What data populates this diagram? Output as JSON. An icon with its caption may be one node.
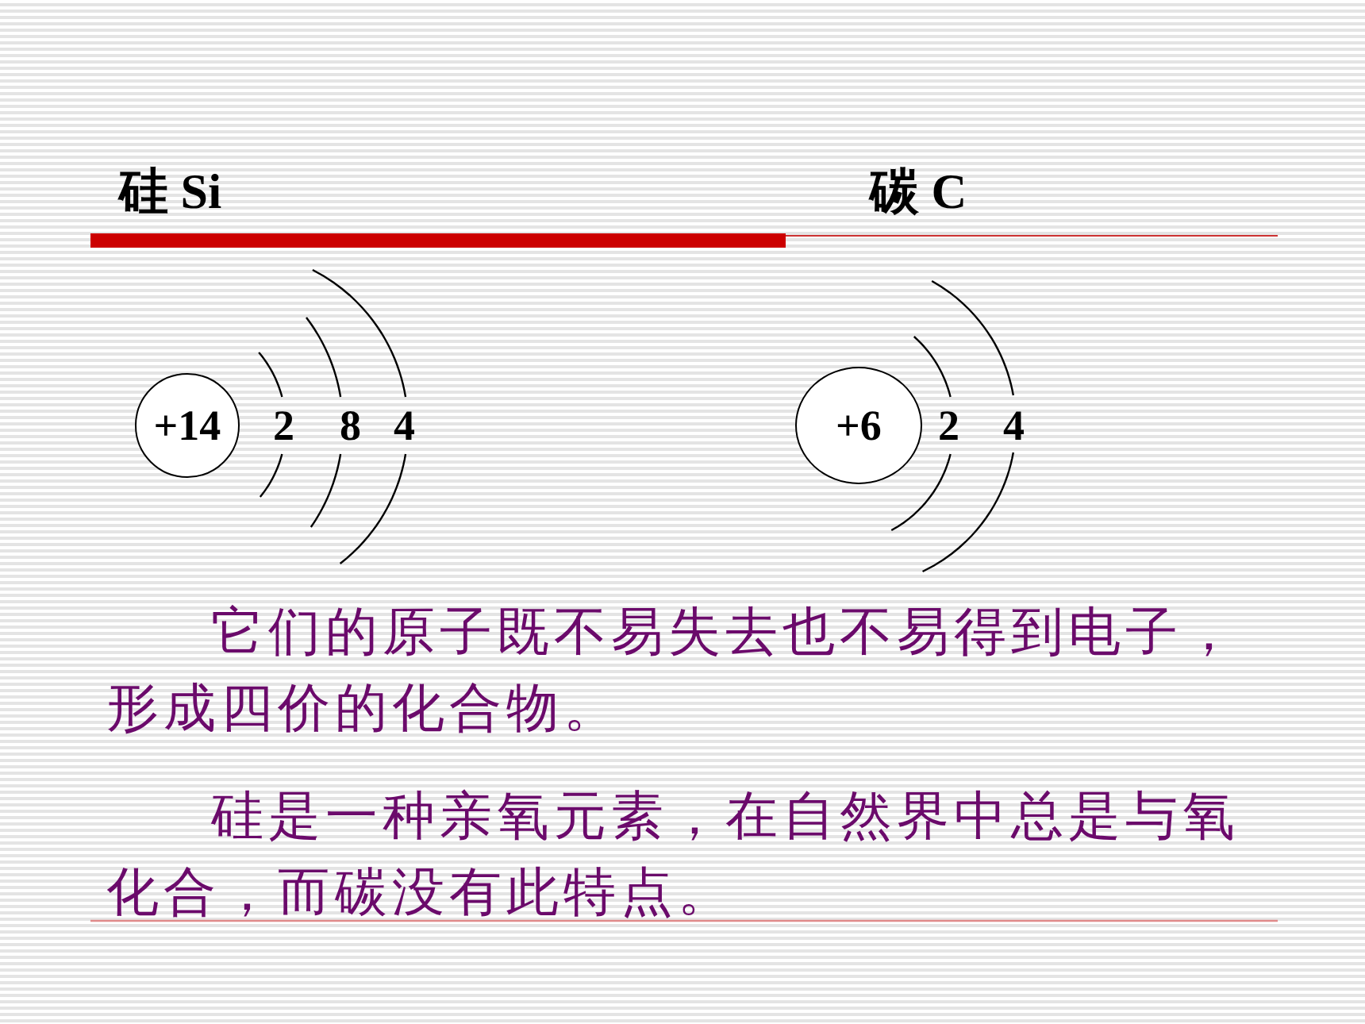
{
  "diagram": {
    "nodes": [
      {
        "text": [
          "+14"
        ]
      },
      {
        "text": [
          "+6"
        ]
      }
    ],
    "labels": [
      "硅 Si",
      "碳 C",
      "2",
      "8",
      "4",
      "2",
      "4",
      "它们的原子既不易失去也不易得到电子，形成四价的化合物。",
      "硅是一种亲氧元素，在自然界中总是与氧化合，而碳没有此特点。"
    ]
  }
}
